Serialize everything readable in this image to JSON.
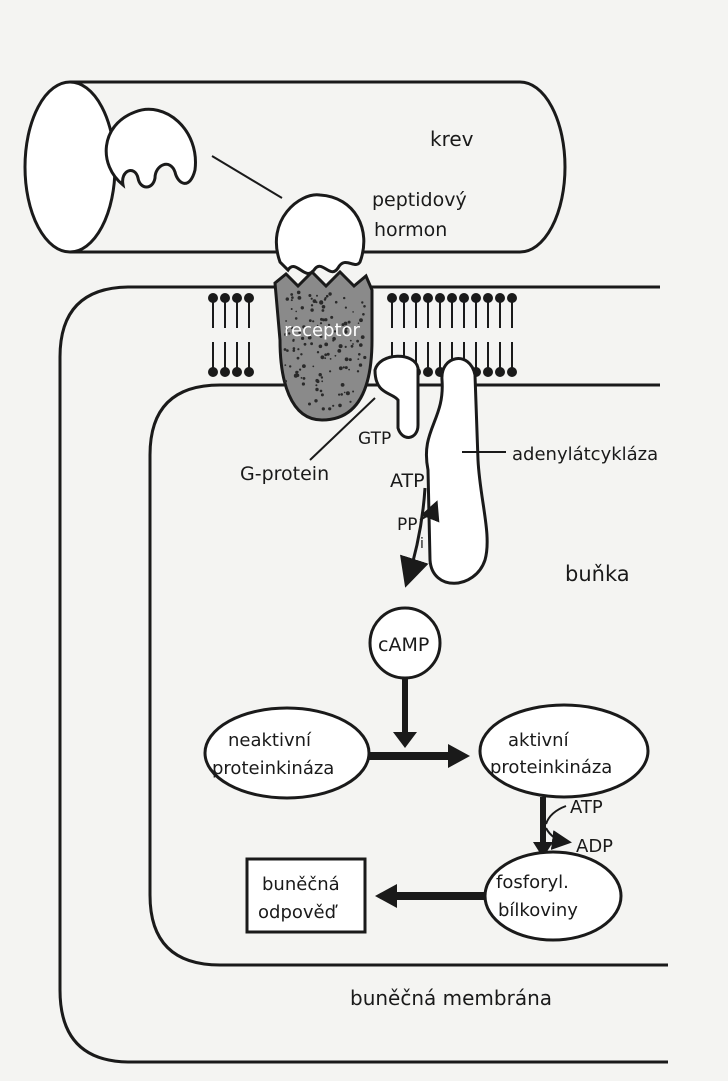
{
  "labels": {
    "blood": "krev",
    "hormone_line1": "peptidový",
    "hormone_line2": "hormon",
    "receptor": "receptor",
    "gtp": "GTP",
    "g_protein": "G-protein",
    "adenylate_cyclase": "adenylátcykláza",
    "atp_top": "ATP",
    "ppi_main": "PP",
    "ppi_sub": "i",
    "cell": "buňka",
    "camp": "cAMP",
    "inactive_line1": "neaktivní",
    "inactive_line2": "proteinkináza",
    "active_line1": "aktivní",
    "active_line2": "proteinkináza",
    "atp_side": "ATP",
    "adp": "ADP",
    "phospho_line1": "fosforyl.",
    "phospho_line2": "bílkoviny",
    "response_line1": "buněčná",
    "response_line2": "odpověď",
    "membrane": "buněčná membrána"
  },
  "colors": {
    "background": "#f4f4f2",
    "ink": "#1a1a1a",
    "shape_fill": "#ffffff",
    "receptor_fill": "#8a8a8a"
  }
}
